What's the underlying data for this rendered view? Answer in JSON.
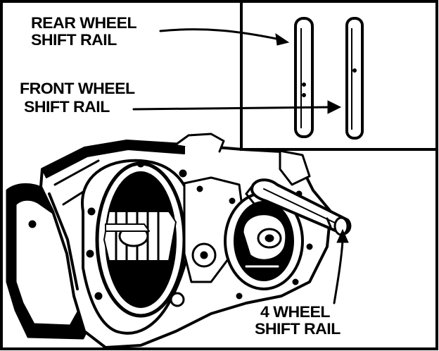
{
  "figure": {
    "labels": {
      "rear_wheel_line1": "REAR WHEEL",
      "rear_wheel_line2": "SHIFT RAIL",
      "front_wheel_line1": "FRONT WHEEL",
      "front_wheel_line2": "SHIFT RAIL",
      "four_wheel_line1": "4 WHEEL",
      "four_wheel_line2": "SHIFT RAIL"
    },
    "colors": {
      "ink": "#000000",
      "paper": "#ffffff"
    }
  }
}
